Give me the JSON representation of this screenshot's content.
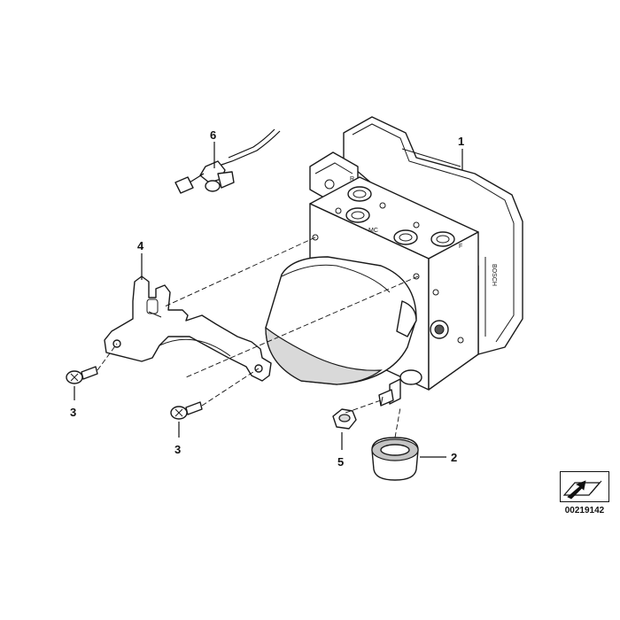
{
  "callouts": {
    "c1": "1",
    "c2": "2",
    "c3a": "3",
    "c3b": "3",
    "c4": "4",
    "c5": "5",
    "c6": "6"
  },
  "unit_labels": {
    "port_r": "R",
    "port_mc": "MC",
    "port_f": "F",
    "brand": "BOSCH"
  },
  "reference": {
    "number": "00219142",
    "icon": "arrow-reference-icon"
  }
}
